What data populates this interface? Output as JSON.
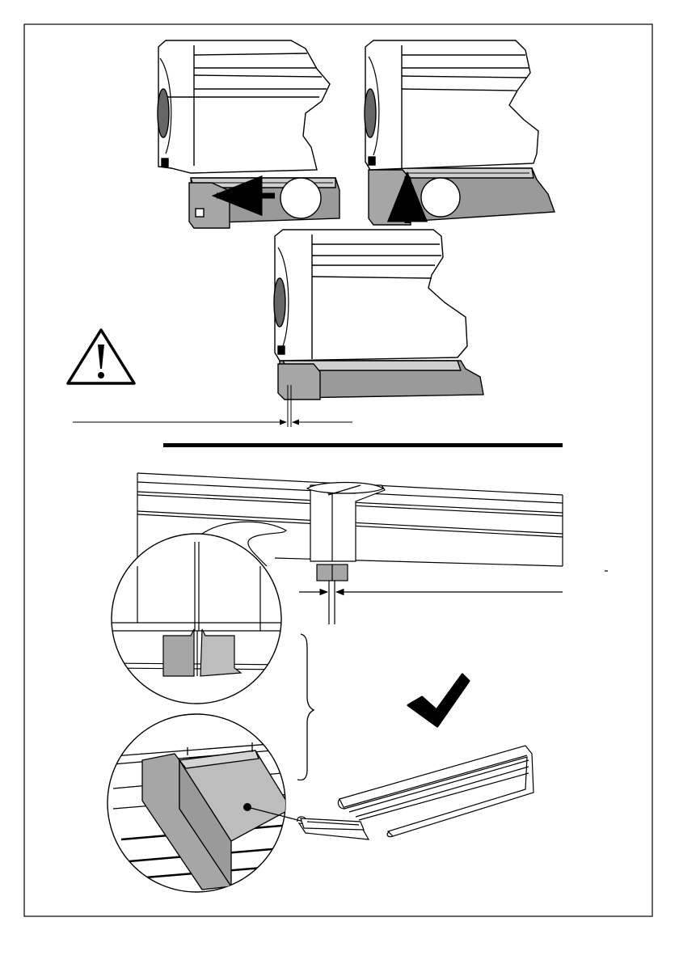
{
  "page": {
    "title": "",
    "background": "#ffffff"
  },
  "palette": {
    "line": "#000000",
    "cassette": "#ffffff",
    "rail_fill": "#9a9a9a",
    "end_cap": "#a6a6a6",
    "panel": "#bdbdbd",
    "check": "#000000"
  },
  "steps": [
    {
      "name": "slide-endcap-left",
      "arrow_direction": "left",
      "label": ""
    },
    {
      "name": "push-up",
      "arrow_direction": "up",
      "label": ""
    },
    {
      "name": "assembled-result",
      "label": ""
    }
  ],
  "icons": {
    "warning": "warning-triangle-icon",
    "ok": "check-mark-icon",
    "detail_bracket": "curly-brace-icon"
  }
}
